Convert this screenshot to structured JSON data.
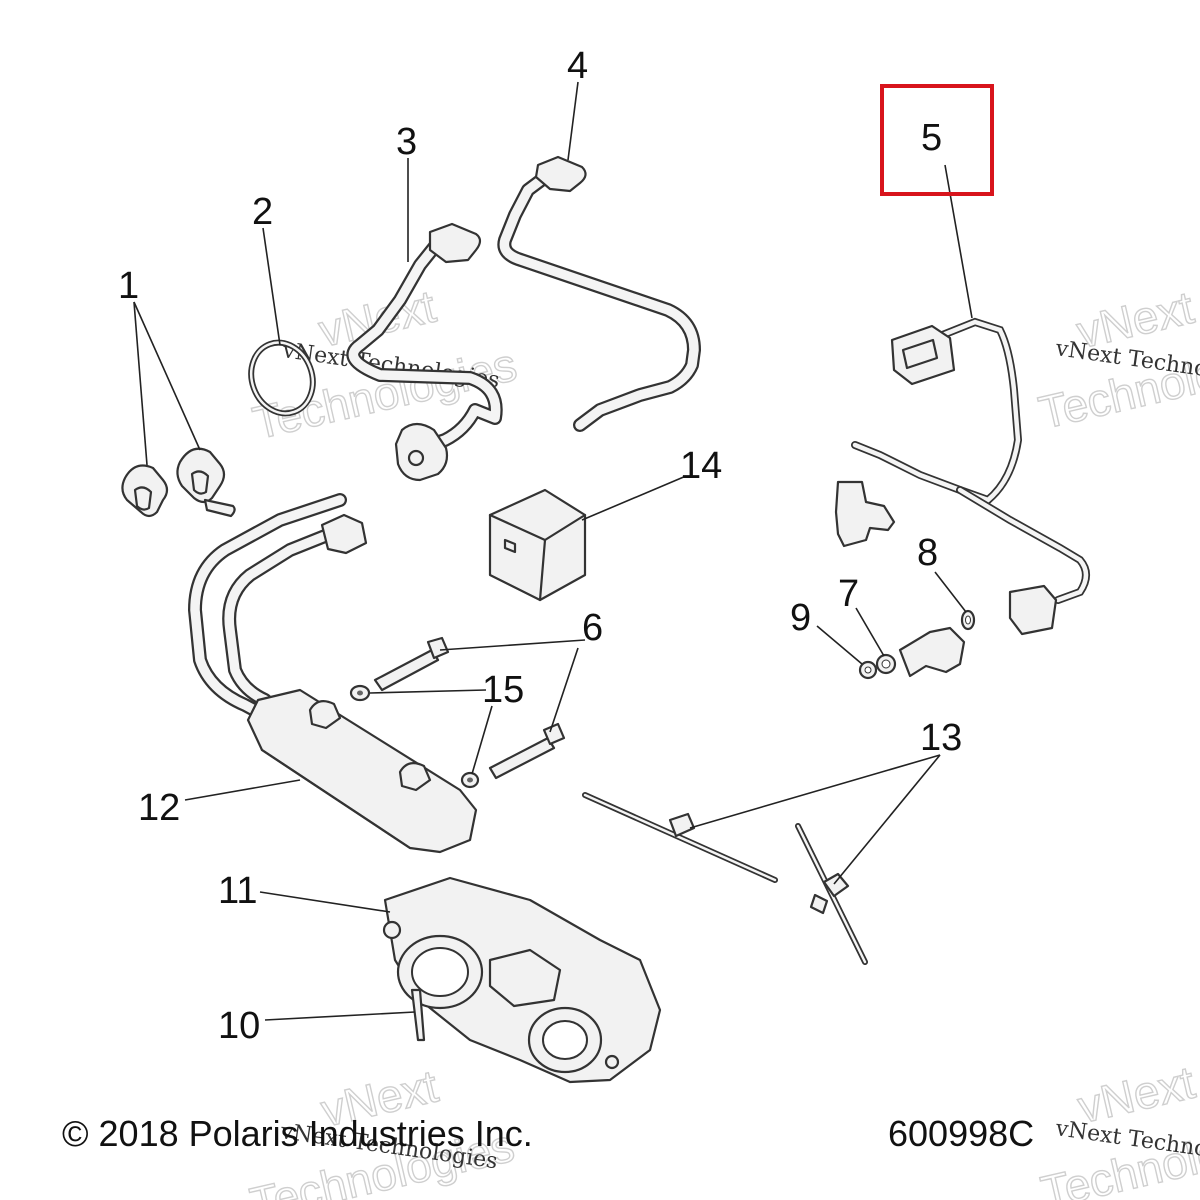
{
  "callouts": {
    "c1": "1",
    "c2": "2",
    "c3": "3",
    "c4": "4",
    "c5": "5",
    "c6": "6",
    "c7": "7",
    "c8": "8",
    "c9": "9",
    "c10": "10",
    "c11": "11",
    "c12": "12",
    "c13": "13",
    "c14": "14",
    "c15": "15"
  },
  "watermark": {
    "line_small": "vNext Technologies",
    "line_big_1": "vNext",
    "line_big_2": "Technologies"
  },
  "footer": {
    "copyright": "© 2018 Polaris Industries Inc.",
    "diagram_id": "600998C"
  },
  "highlight": {
    "part": "5",
    "color": "#d8141c"
  }
}
